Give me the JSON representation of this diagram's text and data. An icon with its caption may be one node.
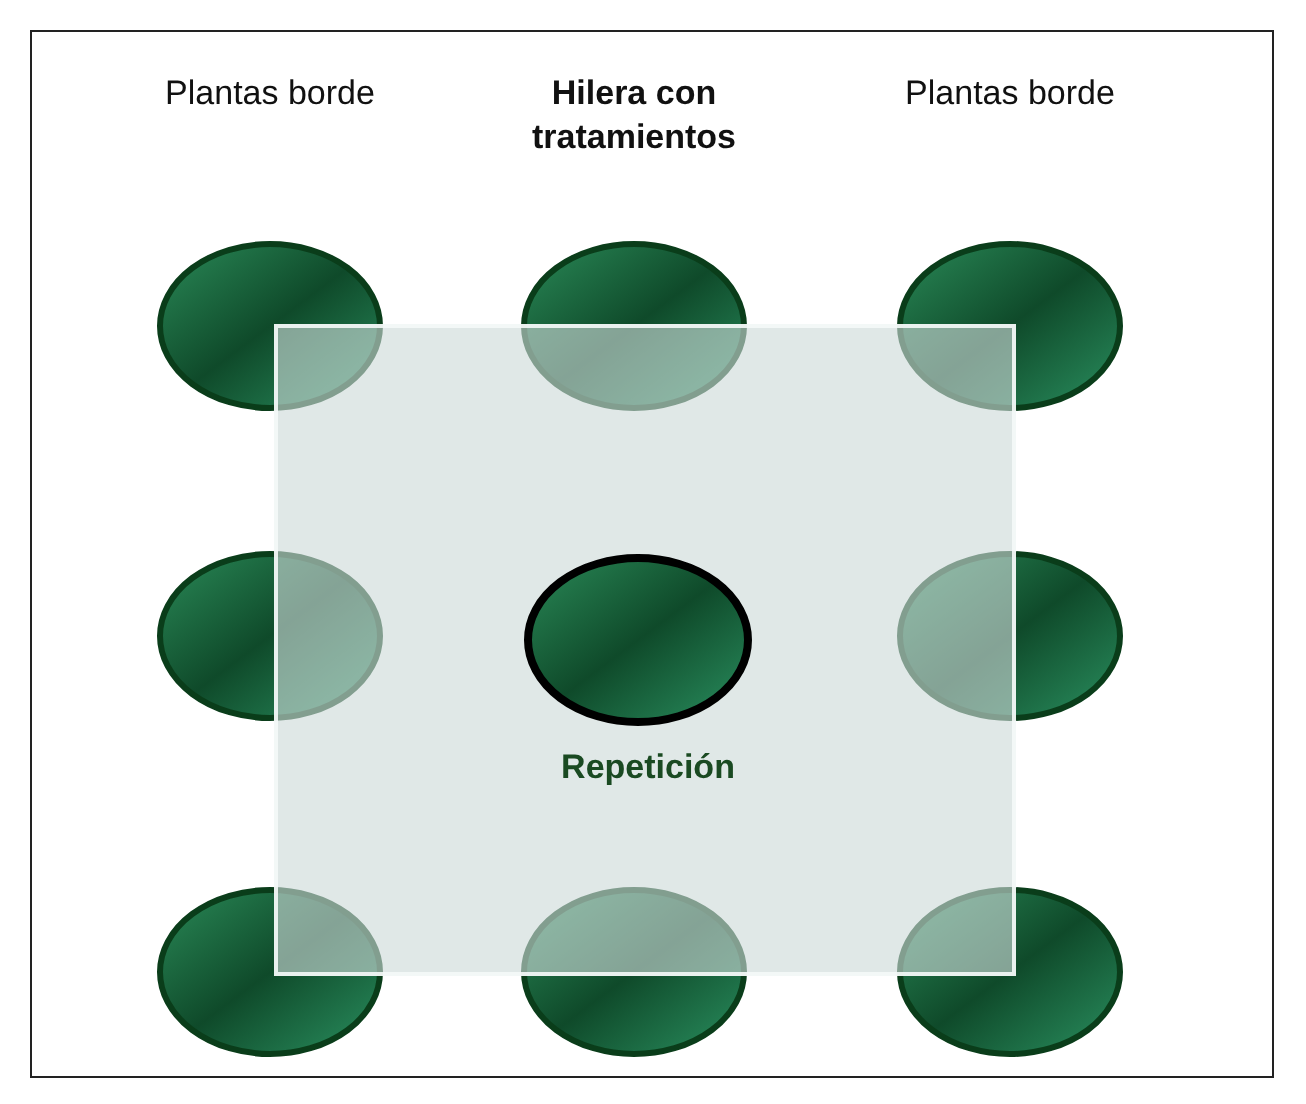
{
  "diagram": {
    "nodes": [
      {
        "text": [
          "Repetición"
        ]
      },
      {
        "text": [],
        "shape": "ellipse"
      },
      {
        "text": [],
        "shape": "ellipse"
      },
      {
        "text": [],
        "shape": "ellipse"
      },
      {
        "text": [],
        "shape": "ellipse"
      },
      {
        "text": [],
        "shape": "ellipse",
        "in": 0
      },
      {
        "text": [],
        "shape": "ellipse"
      },
      {
        "text": [],
        "shape": "ellipse"
      },
      {
        "text": [],
        "shape": "ellipse"
      },
      {
        "text": [],
        "shape": "ellipse"
      }
    ],
    "edges": [],
    "labels": [
      "Plantas borde",
      "Hilera con tratamientos",
      "Plantas borde"
    ]
  }
}
